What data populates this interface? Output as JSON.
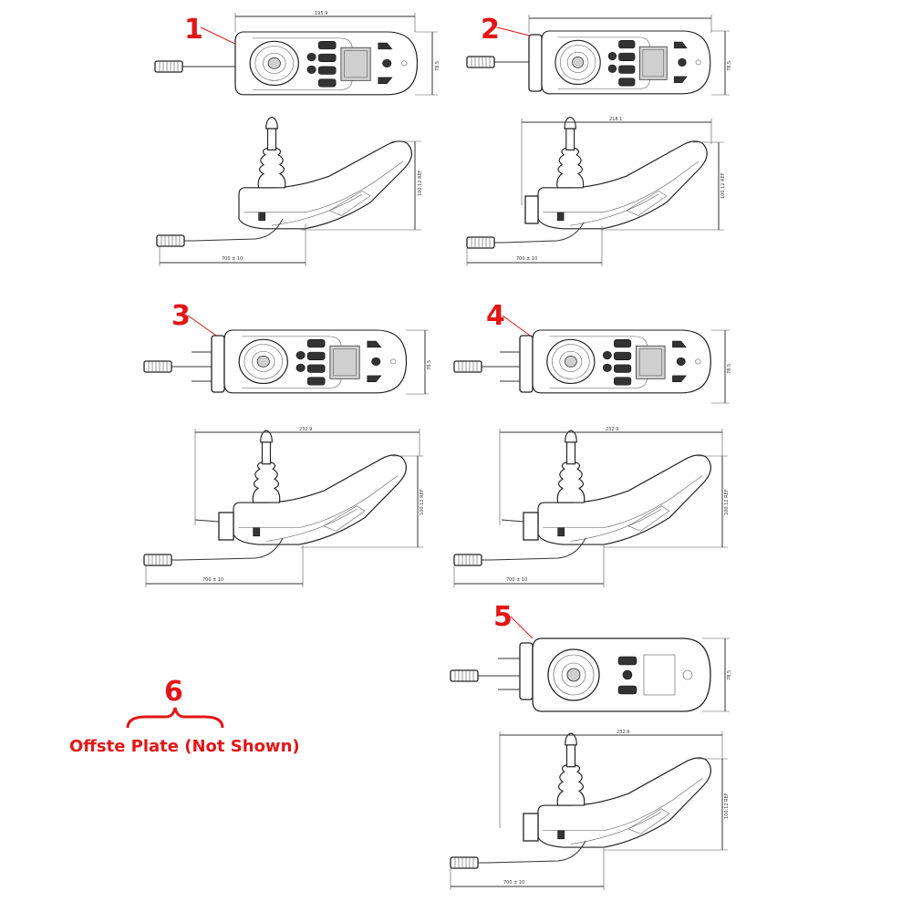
{
  "variants": [
    {
      "label": "1",
      "top_dims": {
        "width": "195.9",
        "height": "78.5"
      },
      "side_dims": {
        "width": "",
        "height": "100.12 REF",
        "cable": "700 ± 10"
      }
    },
    {
      "label": "2",
      "top_dims": {
        "width": "",
        "height": "78.5"
      },
      "side_dims": {
        "width": "218.1",
        "height": "100.12 REF",
        "cable": "700 ± 10"
      }
    },
    {
      "label": "3",
      "top_dims": {
        "width": "",
        "height": "78.5"
      },
      "side_dims": {
        "width": "232.9",
        "height": "100.12 REF",
        "cable": "700 ± 10"
      }
    },
    {
      "label": "4",
      "top_dims": {
        "width": "",
        "height": "78.5"
      },
      "side_dims": {
        "width": "232.9",
        "height": "100.12 REF",
        "cable": "700 ± 10"
      }
    },
    {
      "label": "5",
      "top_dims": {
        "width": "",
        "height": "78.5"
      },
      "side_dims": {
        "width": "232.9",
        "height": "100.12 REF",
        "cable": "700 ± 10"
      }
    }
  ],
  "note": {
    "label": "6",
    "caption": "Offste Plate (Not Shown)"
  },
  "colors": {
    "label_red": "#e31616",
    "line": "#333333"
  }
}
